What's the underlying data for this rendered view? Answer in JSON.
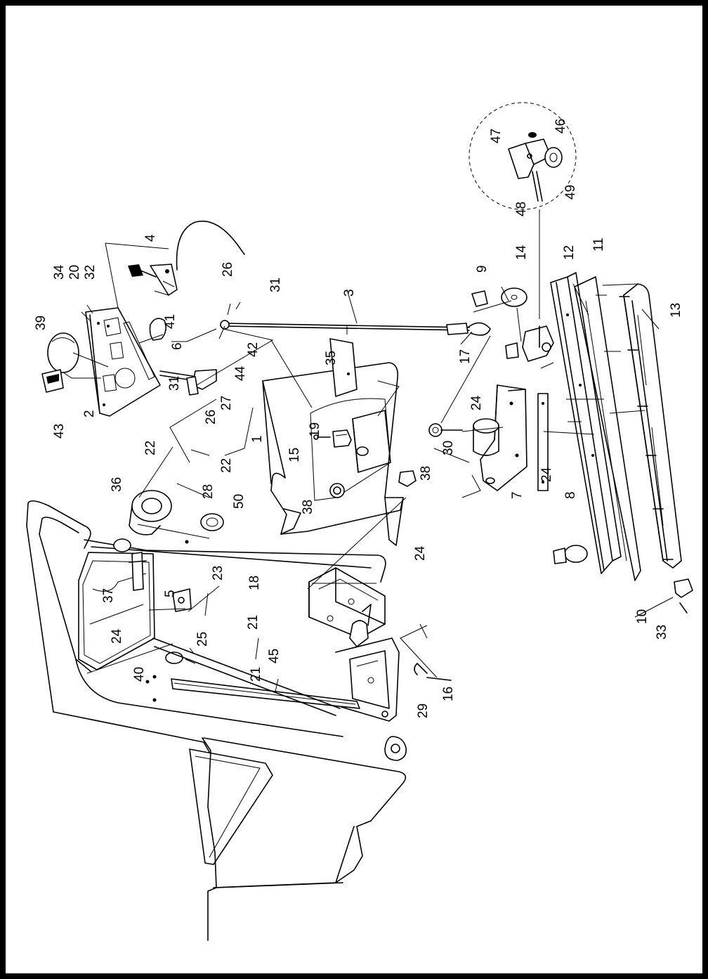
{
  "colors": {
    "frame": "#000000",
    "paper": "#ffffff",
    "ink": "#000000"
  },
  "callouts": [
    {
      "id": "c1",
      "text": "1"
    },
    {
      "id": "c2",
      "text": "2"
    },
    {
      "id": "c3",
      "text": "3"
    },
    {
      "id": "c4",
      "text": "4"
    },
    {
      "id": "c5",
      "text": "5"
    },
    {
      "id": "c6",
      "text": "6"
    },
    {
      "id": "c7",
      "text": "7"
    },
    {
      "id": "c8",
      "text": "8"
    },
    {
      "id": "c9",
      "text": "9"
    },
    {
      "id": "c10",
      "text": "10"
    },
    {
      "id": "c11",
      "text": "11"
    },
    {
      "id": "c12",
      "text": "12"
    },
    {
      "id": "c13",
      "text": "13"
    },
    {
      "id": "c14",
      "text": "14"
    },
    {
      "id": "c15",
      "text": "15"
    },
    {
      "id": "c16",
      "text": "16"
    },
    {
      "id": "c17",
      "text": "17"
    },
    {
      "id": "c18",
      "text": "18"
    },
    {
      "id": "c19",
      "text": "19"
    },
    {
      "id": "c20",
      "text": "20"
    },
    {
      "id": "c21a",
      "text": "21"
    },
    {
      "id": "c21b",
      "text": "21"
    },
    {
      "id": "c22a",
      "text": "22"
    },
    {
      "id": "c22b",
      "text": "22"
    },
    {
      "id": "c23",
      "text": "23"
    },
    {
      "id": "c24a",
      "text": "24"
    },
    {
      "id": "c24b",
      "text": "24"
    },
    {
      "id": "c24c",
      "text": "24"
    },
    {
      "id": "c24d",
      "text": "24"
    },
    {
      "id": "c25",
      "text": "25"
    },
    {
      "id": "c26a",
      "text": "26"
    },
    {
      "id": "c26b",
      "text": "26"
    },
    {
      "id": "c27",
      "text": "27"
    },
    {
      "id": "c28",
      "text": "28"
    },
    {
      "id": "c29",
      "text": "29"
    },
    {
      "id": "c30",
      "text": "30"
    },
    {
      "id": "c31a",
      "text": "31"
    },
    {
      "id": "c31b",
      "text": "31"
    },
    {
      "id": "c32",
      "text": "32"
    },
    {
      "id": "c33",
      "text": "33"
    },
    {
      "id": "c34",
      "text": "34"
    },
    {
      "id": "c35",
      "text": "35"
    },
    {
      "id": "c36",
      "text": "36"
    },
    {
      "id": "c37",
      "text": "37"
    },
    {
      "id": "c38a",
      "text": "38"
    },
    {
      "id": "c38b",
      "text": "38"
    },
    {
      "id": "c39",
      "text": "39"
    },
    {
      "id": "c40",
      "text": "40"
    },
    {
      "id": "c41",
      "text": "41"
    },
    {
      "id": "c42",
      "text": "42"
    },
    {
      "id": "c43",
      "text": "43"
    },
    {
      "id": "c44",
      "text": "44"
    },
    {
      "id": "c45",
      "text": "45"
    },
    {
      "id": "c46",
      "text": "46"
    },
    {
      "id": "c47",
      "text": "47"
    },
    {
      "id": "c48",
      "text": "48"
    },
    {
      "id": "c49",
      "text": "49"
    },
    {
      "id": "c50",
      "text": "50"
    }
  ]
}
